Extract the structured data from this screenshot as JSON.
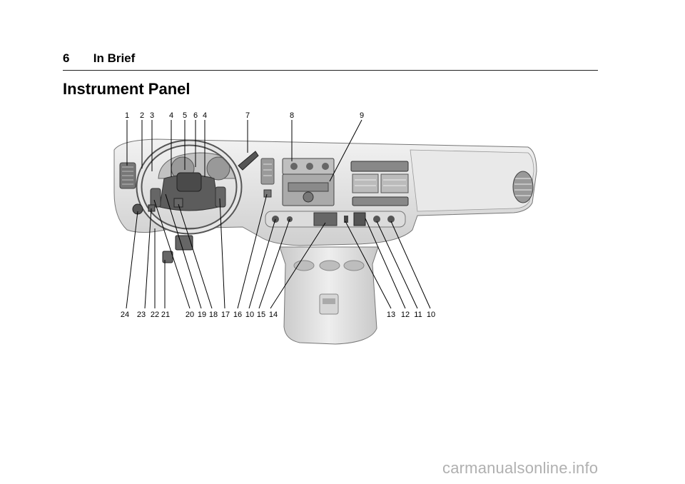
{
  "page": {
    "number": "6",
    "section": "In Brief",
    "title": "Instrument Panel"
  },
  "diagram": {
    "top_labels": [
      "1",
      "2",
      "3",
      "4",
      "5",
      "6",
      "4",
      "7",
      "8",
      "9"
    ],
    "bottom_labels": [
      "24",
      "23",
      "22",
      "21",
      "20",
      "19",
      "18",
      "17",
      "16",
      "10",
      "15",
      "14",
      "13",
      "12",
      "11",
      "10"
    ]
  },
  "watermark": "carmanualsonline.info"
}
